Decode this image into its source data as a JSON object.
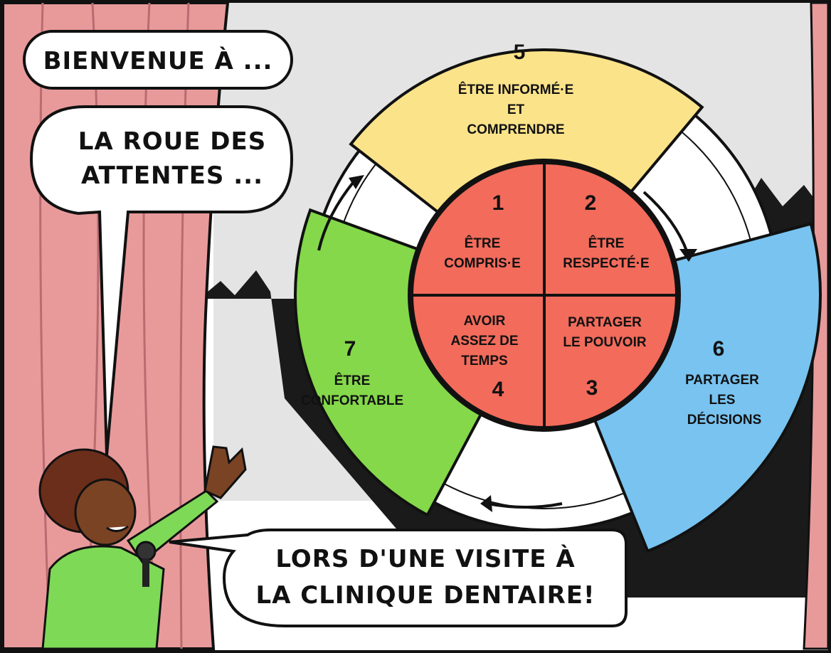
{
  "bubbles": {
    "welcome": "BIENVENUE À ...",
    "wheel_line1": "LA ROUE DES",
    "wheel_line2": "ATTENTES ...",
    "visit_line1": "LORS D'UNE VISITE À",
    "visit_line2": "LA CLINIQUE DENTAIRE!"
  },
  "wheel": {
    "center": [
      {
        "number": "1",
        "lines": [
          "ÊTRE",
          "COMPRIS·E"
        ]
      },
      {
        "number": "2",
        "lines": [
          "ÊTRE",
          "RESPECTÉ·E"
        ]
      },
      {
        "number": "3",
        "lines": [
          "PARTAGER",
          "LE POUVOIR"
        ]
      },
      {
        "number": "4",
        "lines": [
          "AVOIR",
          "ASSEZ DE",
          "TEMPS"
        ]
      }
    ],
    "outer": [
      {
        "number": "5",
        "lines": [
          "ÊTRE INFORMÉ·E",
          "ET",
          "COMPRENDRE"
        ],
        "color": "#FBE38A"
      },
      {
        "number": "6",
        "lines": [
          "PARTAGER",
          "LES",
          "DÉCISIONS"
        ],
        "color": "#78C3F0"
      },
      {
        "number": "7",
        "lines": [
          "ÊTRE",
          "CONFORTABLE"
        ],
        "color": "#84D84A"
      }
    ],
    "center_color": "#F26B5B"
  },
  "colors": {
    "curtain": "#E89A9B",
    "backdrop": "#E6E6E6",
    "outline": "#111111"
  }
}
